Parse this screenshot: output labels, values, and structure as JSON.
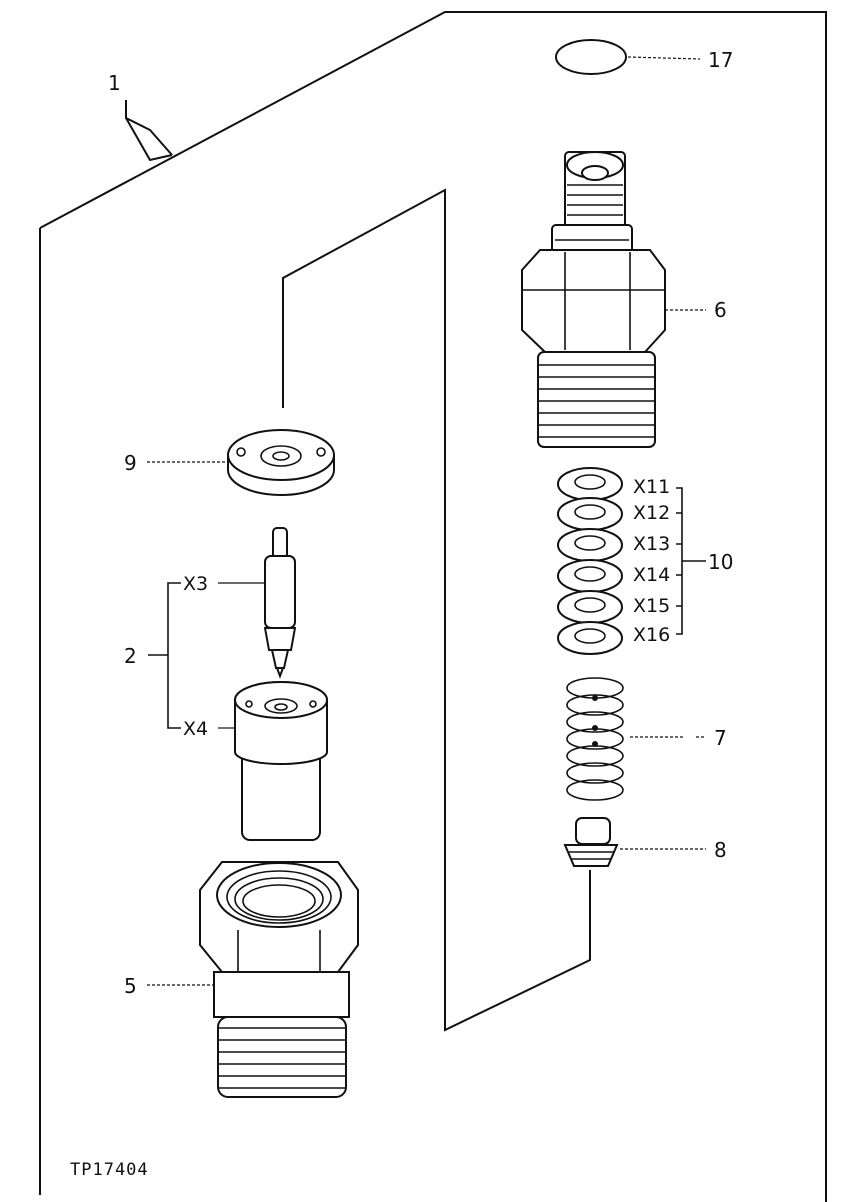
{
  "figure_code": "TP17404",
  "callouts": {
    "assembly": "1",
    "nozzle_set": "2",
    "valve_needle": "X3",
    "nozzle_body": "X4",
    "nozzle_nut": "5",
    "holder_body": "6",
    "spring": "7",
    "spring_seat": "8",
    "spacer": "9",
    "shim_group": "10",
    "shim_11": "X11",
    "shim_12": "X12",
    "shim_13": "X13",
    "shim_14": "X14",
    "shim_15": "X15",
    "shim_16": "X16",
    "o_ring": "17"
  },
  "icons": [
    "o-ring-icon",
    "holder-body-icon",
    "shim-icon",
    "spring-icon",
    "spring-seat-icon",
    "spacer-icon",
    "valve-needle-icon",
    "nozzle-body-icon",
    "nozzle-nut-icon"
  ]
}
